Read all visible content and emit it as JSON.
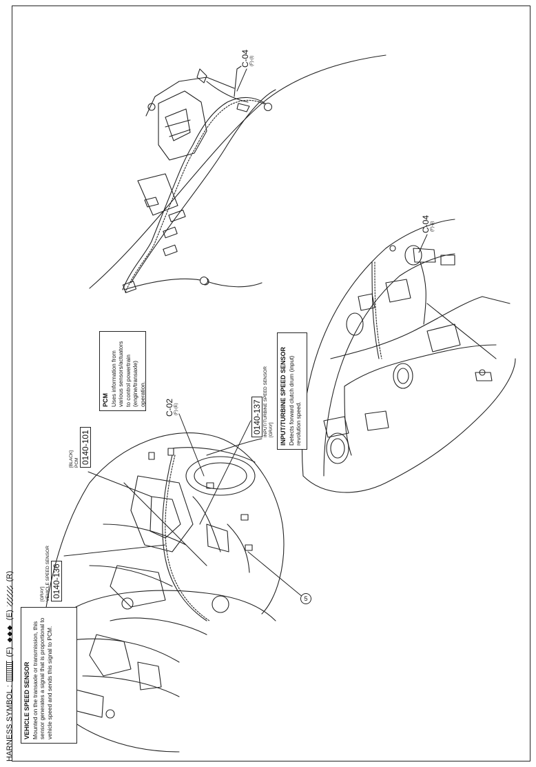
{
  "legend": {
    "prefix": "HARNESS SYMBOL :",
    "f_label": "(F)",
    "e_symbols": "◆◆◆",
    "e_label": "(E)",
    "r_label": "(R)"
  },
  "vehicle_speed_sensor_box": {
    "title": "VEHICLE SPEED SENSOR",
    "body": "Mounted on the transaxle or transmission, this sensor generates a signal that is proportional to vehicle speed and sends this signal to PCM."
  },
  "pcm_box": {
    "title": "PCM",
    "body": "Uses information from various sensors/actuators to control powertrain (engine/transaxle) operation."
  },
  "input_turbine_box": {
    "title": "INPUT/TURBINE SPEED SENSOR",
    "body": "Detects forward clutch drum (input) revolution speed."
  },
  "code_136": {
    "color": "[GRAY]",
    "name": "VEHICLE SPEED SENSOR",
    "number": "0140-136"
  },
  "code_101": {
    "color": "[BLACK]",
    "name": "PCM",
    "number": "0140-101"
  },
  "code_137": {
    "number": "0140-137",
    "name": "INPUT/TURBINE SPEED SENSOR",
    "color": "[GRAY]"
  },
  "connectors": {
    "c02": {
      "id": "C-02",
      "sub": "(F)-(E)"
    },
    "c04_top": {
      "id": "C-04",
      "sub": "(F)-(I)"
    },
    "c04_mid": {
      "id": "C-04",
      "sub": "(F)-(I)"
    }
  },
  "circle_markers": {
    "five": "5"
  }
}
